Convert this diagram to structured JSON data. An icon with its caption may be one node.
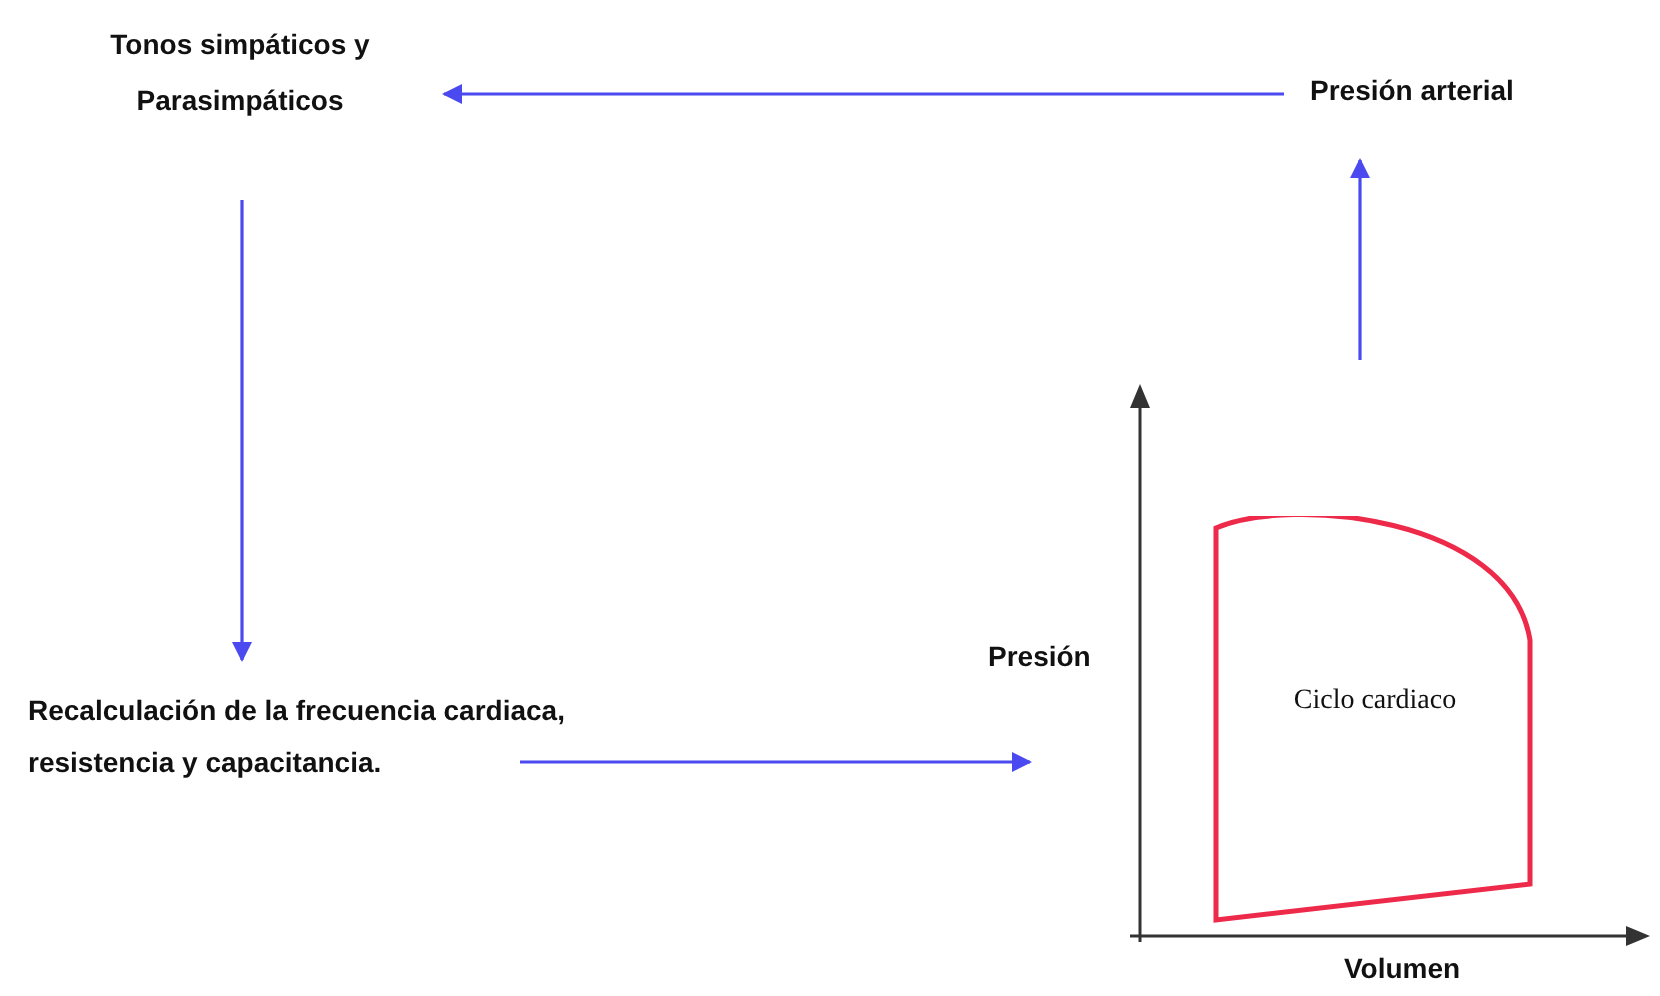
{
  "diagram": {
    "nodes": [
      {
        "text": [
          "Tonos simpáticos y Parasimpáticos"
        ]
      },
      {
        "text": [
          "Presión arterial"
        ]
      },
      {
        "text": [
          "Recalculación de la frecuencia cardiaca, resistencia y capacitancia."
        ]
      },
      {
        "text": [],
        "shape": "picture"
      },
      {
        "text": [
          "Ciclo cardiaco"
        ],
        "in": 3
      }
    ],
    "edges": [
      {
        "from": 1,
        "to": 0,
        "arrow": "to"
      },
      {
        "from": 0,
        "to": 2,
        "arrow": "to"
      },
      {
        "from": 2,
        "to": 3,
        "arrow": "to"
      },
      {
        "from": 3,
        "to": 1,
        "arrow": "to"
      }
    ],
    "labels": [
      "Presión",
      "Volumen"
    ]
  }
}
